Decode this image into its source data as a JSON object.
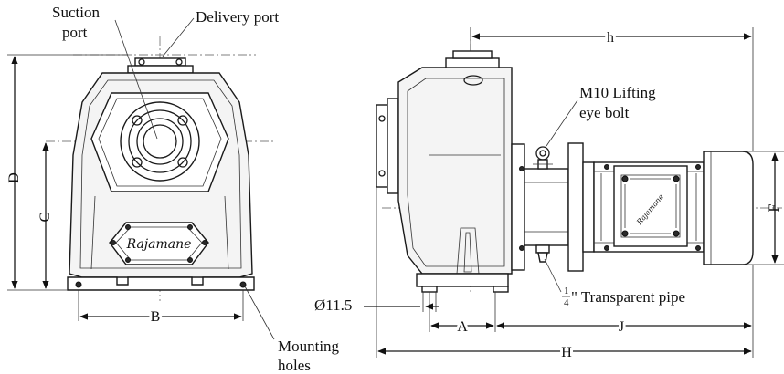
{
  "labels": {
    "suction_port_line1": "Suction",
    "suction_port_line2": "port",
    "delivery_port": "Delivery port",
    "lifting_eye_line1": "M10 Lifting",
    "lifting_eye_line2": "eye bolt",
    "transparent_pipe_frac_num": "1",
    "transparent_pipe_frac_den": "4",
    "transparent_pipe_text": "\" Transparent pipe",
    "mounting_holes_line1": "Mounting",
    "mounting_holes_line2": "holes",
    "hole_diameter": "Ø11.5",
    "brand_logo": "Rajamane"
  },
  "dimensions": {
    "A": "A",
    "B": "B",
    "C": "C",
    "D": "D",
    "F": "F",
    "H": "H",
    "J": "J",
    "h": "h"
  }
}
